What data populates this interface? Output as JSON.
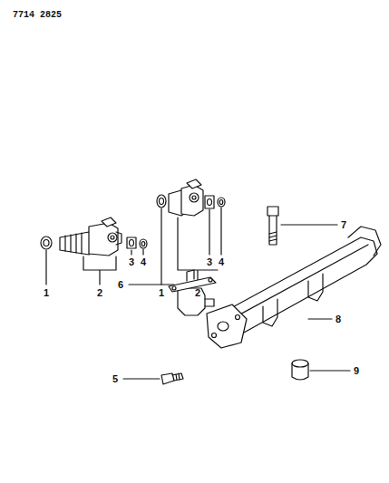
{
  "diagram": {
    "labels": [
      "7714 2825",
      "3",
      "4",
      "3",
      "4",
      "7",
      "1",
      "2",
      "1",
      "2",
      "8",
      "6",
      "5",
      "9"
    ]
  }
}
